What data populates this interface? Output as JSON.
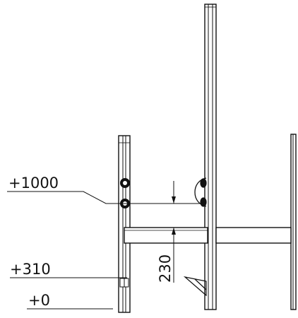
{
  "drawing": {
    "levels": [
      {
        "id": "level-1000",
        "label": "+1000"
      },
      {
        "id": "level-310",
        "label": "+310"
      },
      {
        "id": "level-0",
        "label": "+0"
      }
    ],
    "dimension": {
      "label": "230"
    }
  }
}
